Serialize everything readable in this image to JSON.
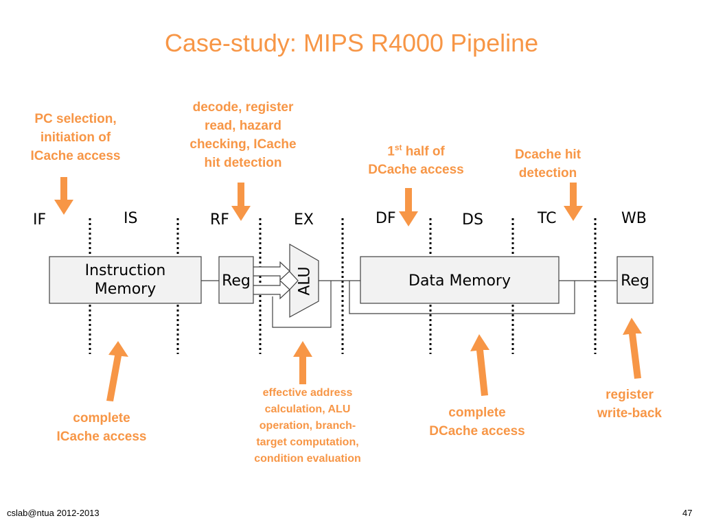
{
  "title": "Case-study: MIPS R4000 Pipeline",
  "stages": [
    "IF",
    "IS",
    "RF",
    "EX",
    "DF",
    "DS",
    "TC",
    "WB"
  ],
  "boxes": {
    "instruction_memory": [
      "Instruction",
      "Memory"
    ],
    "reg_left": "Reg",
    "alu": "ALU",
    "data_memory": "Data Memory",
    "reg_right": "Reg"
  },
  "notes_top": {
    "pc_selection": [
      "PC selection,",
      "initiation of",
      "ICache access"
    ],
    "decode": [
      "decode, register",
      "read, hazard",
      "checking, ICache",
      "hit detection"
    ],
    "dcache_first_half": {
      "num": "1",
      "sup": "st",
      "rest": " half of",
      "line2": "DCache access"
    },
    "dcache_hit": [
      "Dcache hit",
      "detection"
    ]
  },
  "notes_bottom": {
    "complete_icache": [
      "complete",
      "ICache access"
    ],
    "effective_address": [
      "effective address",
      "calculation, ALU",
      "operation, branch-",
      "target computation,",
      "condition evaluation"
    ],
    "complete_dcache": [
      "complete",
      "DCache access"
    ],
    "register_writeback": [
      "register",
      "write-back"
    ]
  },
  "footer": {
    "left": "cslab@ntua 2012-2013",
    "right": "47"
  },
  "colors": {
    "accent": "#f79646",
    "box_fill": "#f2f2f2",
    "box_stroke": "#404040"
  }
}
